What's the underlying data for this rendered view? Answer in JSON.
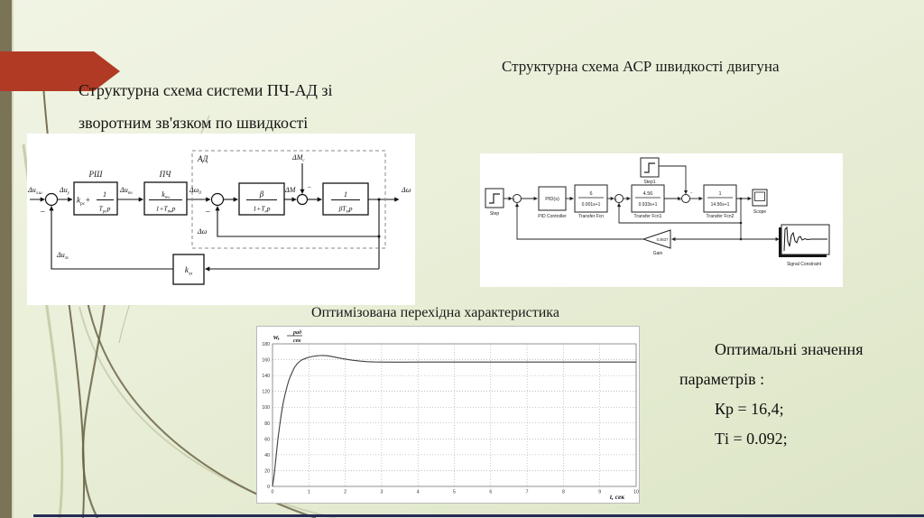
{
  "titles": {
    "left_line1": "Структурна схема системи ПЧ-АД зі",
    "left_line2": "зворотним зв'язком по швидкості",
    "right": "Структурна схема АСР швидкості двигуна"
  },
  "colors": {
    "background": "#e9efd8",
    "sidebar_bar": "#7a7356",
    "arrow_red": "#b13a25",
    "bottom_line": "#262a55",
    "decor_curve_dark": "#6b6448",
    "decor_curve_light": "#c8cdab",
    "diagram_ink": "#111111"
  },
  "bd": {
    "titles": {
      "rsh": "РШ",
      "pch": "ПЧ",
      "ad": "АД"
    },
    "sig": {
      "in_main": "Δu",
      "in_sub": "з.ш",
      "err_main": "Δu",
      "err_sub": "у",
      "upch_main": "Δu",
      "upch_sub": "пч",
      "w0_main": "Δω",
      "w0_sub": "0",
      "dm": "ΔM",
      "dmc_main": "ΔМ",
      "dmc_sub": "с",
      "w_out": "Δω",
      "w_fb": "Δω",
      "ufb_main": "Δu",
      "ufb_sub": "зз"
    },
    "rsh": {
      "k": "k",
      "k_sub": "рс",
      "plus": "+",
      "num": "1",
      "den_T": "T",
      "den_T_sub": "рс",
      "den_p": "p"
    },
    "pch": {
      "num_k": "k",
      "num_k_sub": "пч",
      "den_1": "1+T",
      "den_sub": "пч",
      "den_p": "p"
    },
    "beta": {
      "num": "β",
      "den_1": "1+T",
      "den_sub": "е",
      "den_p": "p"
    },
    "intg": {
      "num": "1",
      "den_1": "βT",
      "den_sub": "м",
      "den_p": "p"
    },
    "kfb": {
      "k": "k",
      "sub": "зз"
    },
    "minus": "−"
  },
  "sim": {
    "step": "Step",
    "step1": "Step1",
    "pid_text": "PID(s)",
    "pid_label": "PID Controller",
    "tf_num": "6",
    "tf_den": "0.001s+1",
    "tf_label": "Transfer Fcn",
    "tf1_num": "4.56",
    "tf1_den": "0.933s+1",
    "tf1_label": "Transfer Fcn1",
    "tf2_num": "1",
    "tf2_den": "14.56s+1",
    "tf2_label": "Transfer Fcn2",
    "scope": "Scope",
    "gain_value": "0.0637",
    "gain_label": "Gain",
    "sc_label": "Signal Constraint",
    "plus": "+",
    "minus": "−"
  },
  "chart": {
    "title": "Оптимізована перехідна характеристика",
    "ylabel_w": "w,",
    "ylabel_num": "рад",
    "ylabel_den": "сек",
    "xlabel": "t, сек"
  },
  "chart_data": {
    "type": "line",
    "title": "Оптимізована перехідна характеристика",
    "xlabel": "t, сек",
    "ylabel": "w, рад/сек",
    "xlim": [
      0,
      10
    ],
    "ylim": [
      0,
      180
    ],
    "xticks": [
      0,
      1,
      2,
      3,
      4,
      5,
      6,
      7,
      8,
      9,
      10
    ],
    "yticks": [
      0,
      20,
      40,
      60,
      80,
      100,
      120,
      140,
      160,
      180
    ],
    "grid": "dotted",
    "legend": false,
    "x": [
      0,
      0.05,
      0.1,
      0.15,
      0.2,
      0.25,
      0.3,
      0.35,
      0.4,
      0.45,
      0.5,
      0.6,
      0.7,
      0.8,
      0.9,
      1.0,
      1.1,
      1.2,
      1.3,
      1.4,
      1.5,
      1.6,
      1.8,
      2.0,
      2.2,
      2.4,
      2.6,
      2.8,
      3.0,
      3.5,
      4.0,
      5.0,
      6.0,
      7.0,
      8.0,
      9.0,
      10.0
    ],
    "y": [
      0,
      16,
      38,
      60,
      78,
      94,
      107,
      117,
      126,
      134,
      140,
      150,
      156,
      159.5,
      161.5,
      163,
      164,
      164.8,
      165.2,
      165.3,
      165,
      164.3,
      162.5,
      160.8,
      159.3,
      158.2,
      157.5,
      157.1,
      157,
      156.9,
      157,
      157,
      157,
      157,
      157,
      157,
      157
    ]
  },
  "params": {
    "line1": "Оптимальні значення",
    "line2": "параметрів :",
    "line3": "Кр = 16,4;",
    "line4": "Ті = 0.092;"
  }
}
